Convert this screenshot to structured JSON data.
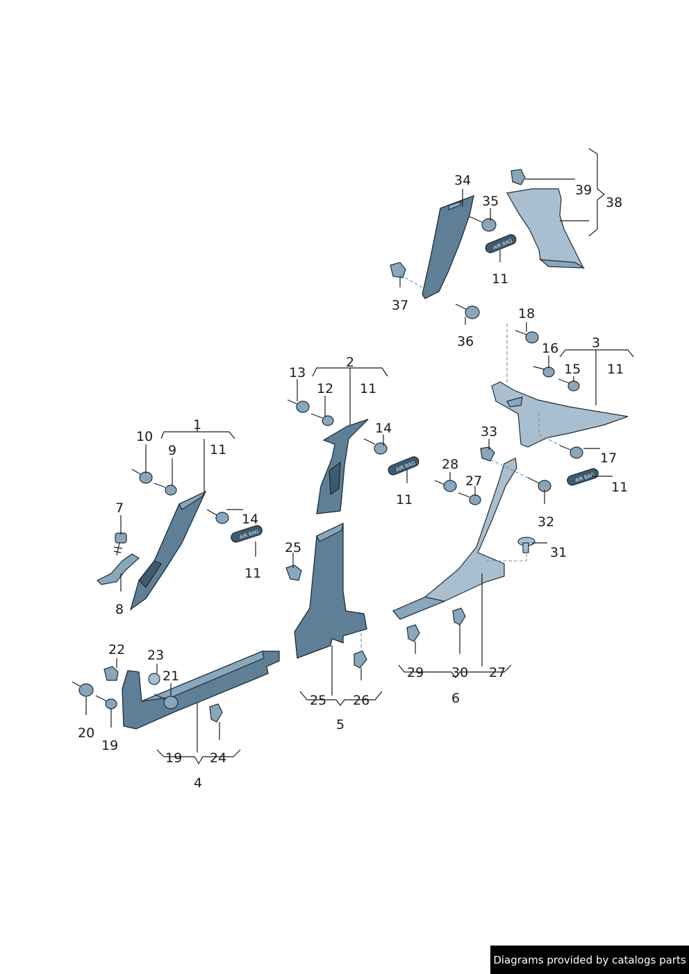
{
  "callouts": {
    "c1": "1",
    "c2": "2",
    "c3": "3",
    "c4": "4",
    "c5": "5",
    "c6": "6",
    "c7": "7",
    "c8": "8",
    "c9": "9",
    "c10": "10",
    "c11": "11",
    "c12": "12",
    "c13": "13",
    "c14": "14",
    "c15": "15",
    "c16": "16",
    "c17": "17",
    "c18": "18",
    "c19": "19",
    "c20": "20",
    "c21": "21",
    "c22": "22",
    "c23": "23",
    "c24": "24",
    "c25": "25",
    "c26": "26",
    "c27": "27",
    "c28": "28",
    "c29": "29",
    "c30": "30",
    "c31": "31",
    "c32": "32",
    "c33": "33",
    "c34": "34",
    "c35": "35",
    "c36": "36",
    "c37": "37",
    "c38": "38",
    "c39": "39"
  },
  "airbag_tag": "AIR BAG",
  "footer": {
    "text": "Diagrams provided by catalogs parts"
  },
  "colors": {
    "part": "#5f7f96",
    "part_light": "#8aa6ba",
    "outline": "#1c2c38",
    "footer_bg": "#000000"
  }
}
